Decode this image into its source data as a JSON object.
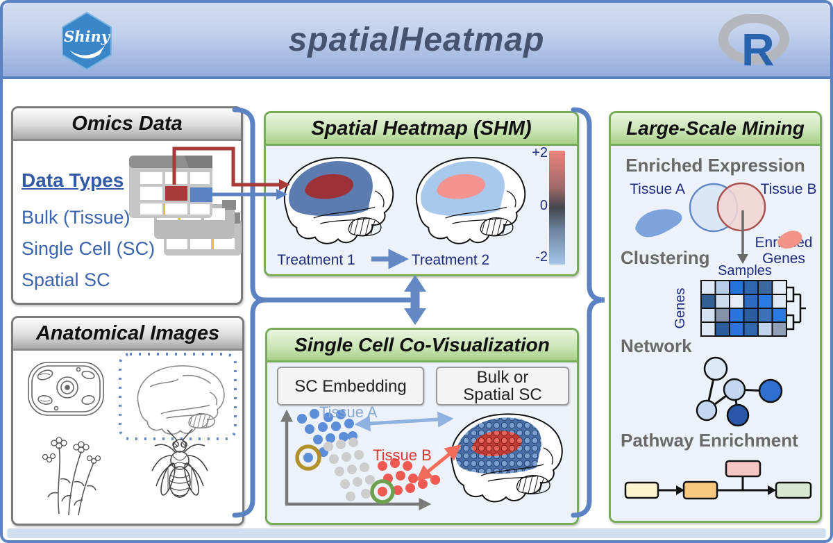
{
  "header": {
    "shiny_logo": "Shiny",
    "title": "spatialHeatmap",
    "r_logo": "R"
  },
  "omics": {
    "title": "Omics Data",
    "data_types": "Data Types",
    "items": [
      "Bulk (Tissue)",
      "Single Cell (SC)",
      "Spatial SC"
    ]
  },
  "anatomical": {
    "title": "Anatomical Images"
  },
  "shm": {
    "title": "Spatial Heatmap (SHM)",
    "scale_max": "+2",
    "scale_mid": "0",
    "scale_min": "-2",
    "treatment1": "Treatment 1",
    "treatment2": "Treatment 2"
  },
  "covis": {
    "title": "Single Cell Co-Visualization",
    "sc_embedding": "SC Embedding",
    "bulk_line1": "Bulk or",
    "bulk_line2": "Spatial SC",
    "tissue_a": "Tissue A",
    "tissue_b": "Tissue B"
  },
  "mining": {
    "title": "Large-Scale Mining",
    "enriched_expression": "Enriched Expression",
    "tissue_a": "Tissue A",
    "tissue_b": "Tissue B",
    "enriched_line1": "Enriched",
    "enriched_line2": "Genes",
    "clustering": "Clustering",
    "samples": "Samples",
    "genes": "Genes",
    "network": "Network",
    "pathway": "Pathway Enrichment",
    "heatmap": {
      "rows": 4,
      "cols": 6,
      "colors": [
        [
          "#dfe9f6",
          "#b6cde9",
          "#2373d8",
          "#2d66ad",
          "#3a689f",
          "#e4edf8"
        ],
        [
          "#336094",
          "#cdddee",
          "#e7eef7",
          "#2d6cc0",
          "#2b7ae2",
          "#dfeaf6"
        ],
        [
          "#d3e1f2",
          "#8293a9",
          "#2a75dc",
          "#2a5c9e",
          "#3f71b8",
          "#2b7ae2"
        ],
        [
          "#dfe9f6",
          "#2a5c9e",
          "#2b74e0",
          "#2d66ad",
          "#c2d4ec",
          "#8fa0b6"
        ]
      ]
    },
    "network_node_colors": [
      "#dce9f8",
      "#c3d7f0",
      "#2f6fd0",
      "#c3d7f0",
      "#2b57a8"
    ],
    "pathway_box_colors": [
      "#fdf3cf",
      "#f8c87e",
      "#f5c6c4",
      "#d8e8d0"
    ]
  },
  "colors": {
    "accent_blue": "#5b82c2",
    "panel_green": "#77ad58",
    "navy_text": "#1e2b7d",
    "blue_text": "#3a64ae",
    "gray_heading": "#696969",
    "tissue_a_blue": "#86a8d0",
    "tissue_b_red": "#d83a32",
    "shm_blue_region": "#5c7cb0",
    "shm_red_region": "#9c3138",
    "shm_lightblue_region": "#a9c9ec",
    "shm_pink_region": "#f39490",
    "scale_top": "#ec837d",
    "scale_mid": "#44474e",
    "scale_bottom": "#a5c6e8",
    "red_arrow": "#a93a3a",
    "blue_arrow": "#5b82c2"
  }
}
